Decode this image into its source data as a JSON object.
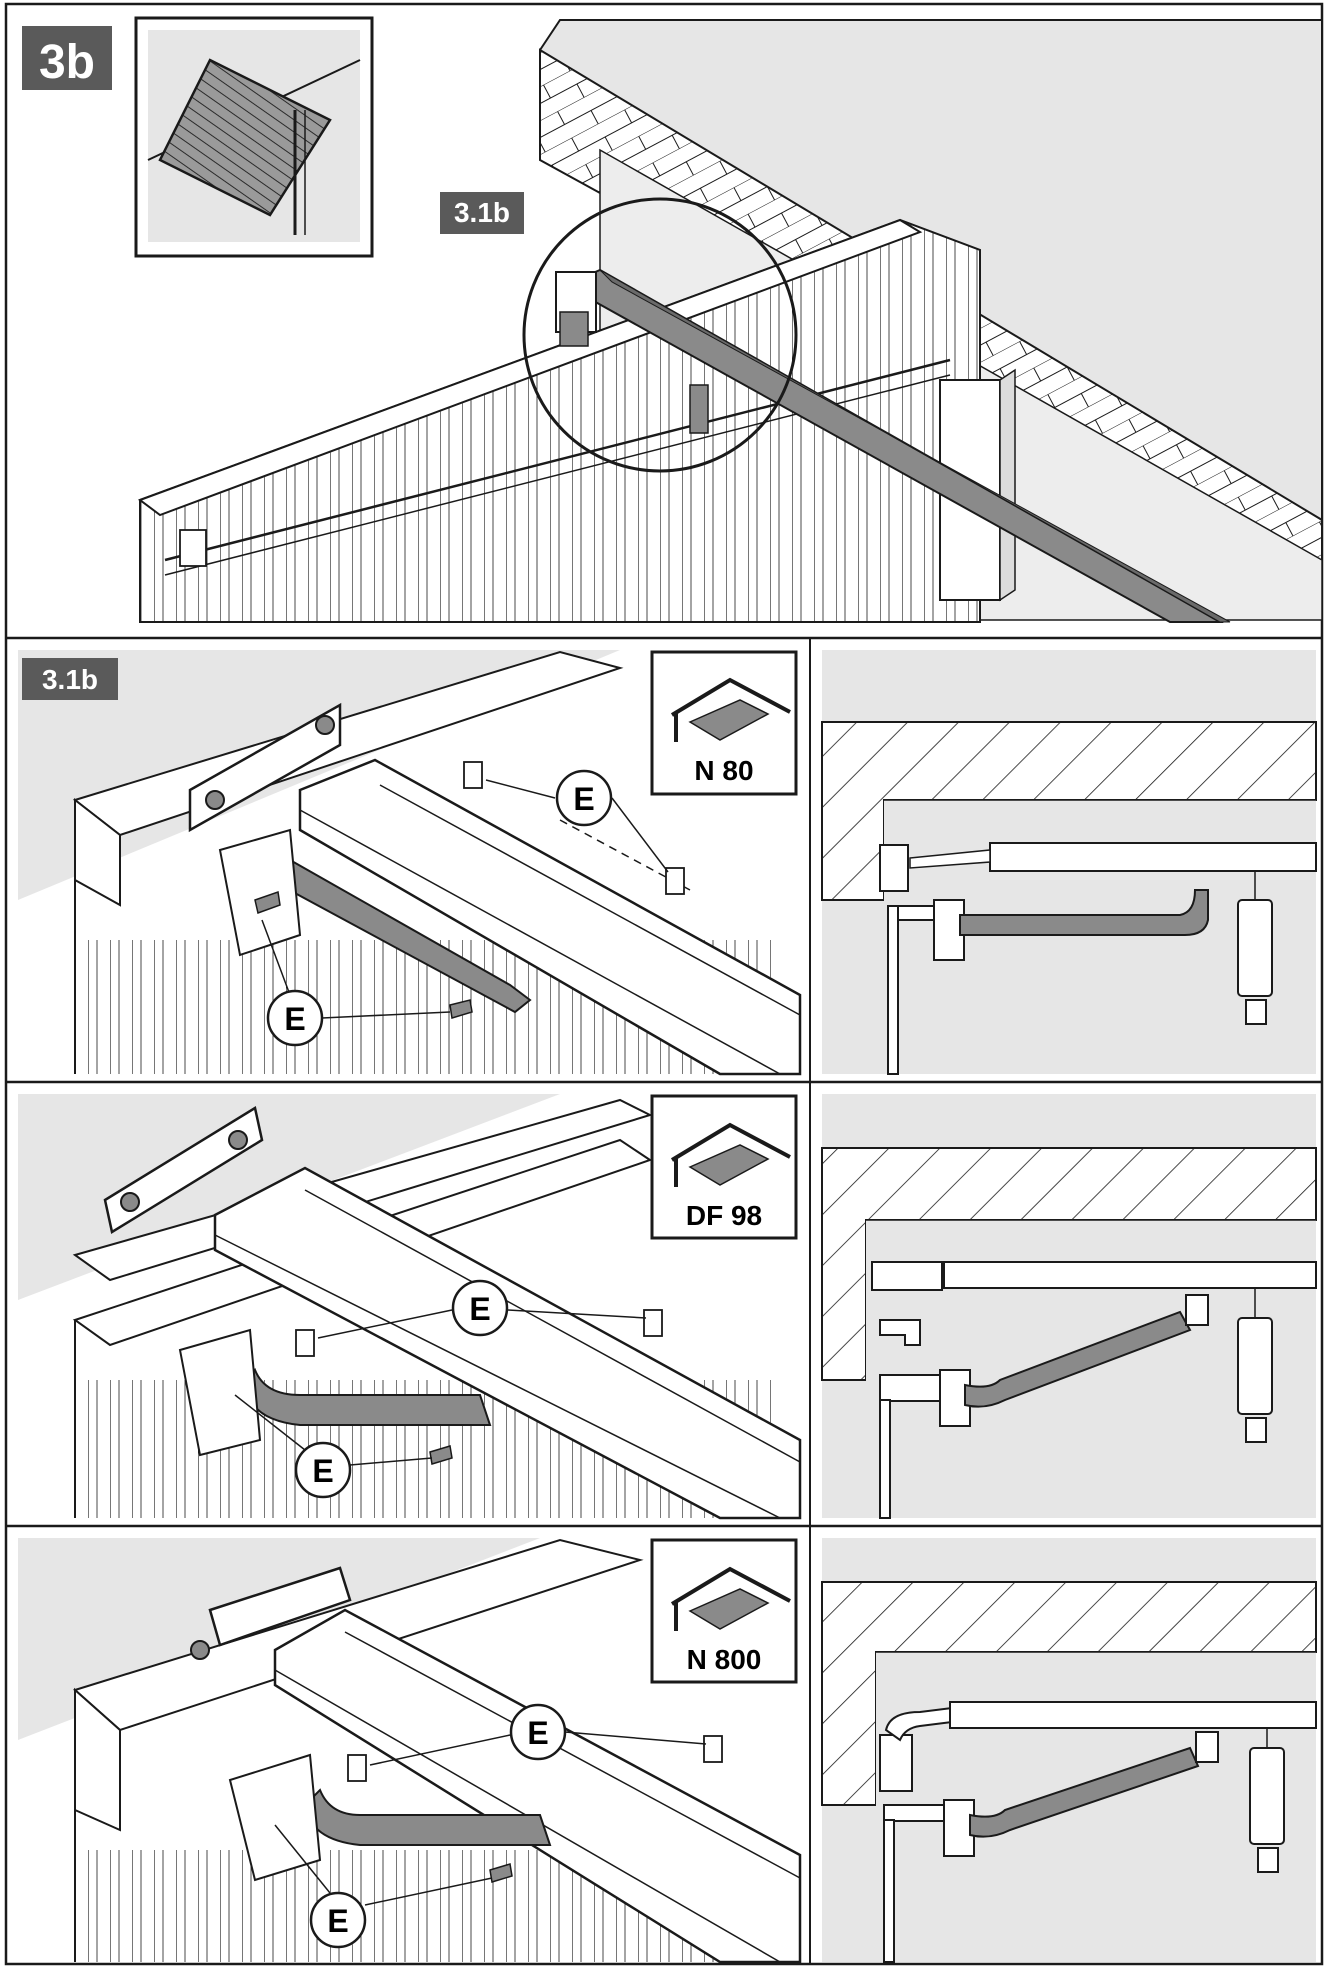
{
  "step": {
    "label": "3b",
    "detail_ref": "3.1b"
  },
  "rows": [
    {
      "detail_ref": "3.1b",
      "profile": "N 80",
      "callouts": [
        "E",
        "E"
      ]
    },
    {
      "detail_ref": "",
      "profile": "DF 98",
      "callouts": [
        "E",
        "E"
      ]
    },
    {
      "detail_ref": "",
      "profile": "N 800",
      "callouts": [
        "E",
        "E"
      ]
    }
  ],
  "colors": {
    "line": "#1a1a1a",
    "background_grey": "#e6e6e6",
    "component_grey": "#8a8a8a",
    "label_box": "#5a5a5a"
  },
  "icons": [
    "overhead-door-icon",
    "door-profile-icon"
  ]
}
